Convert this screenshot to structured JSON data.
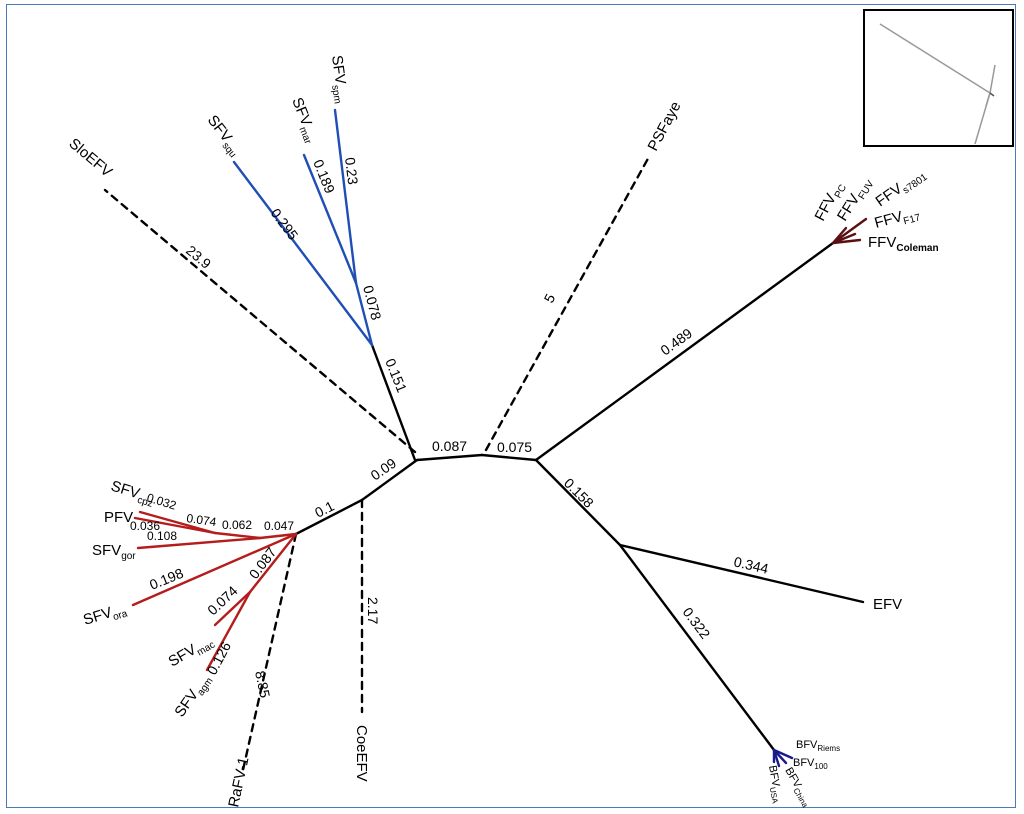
{
  "colors": {
    "backbone": "#000000",
    "blue_clade": "#1f4fb5",
    "red_clade": "#b51c1c",
    "feline_clade": "#5a0f12",
    "bovine_clade": "#1a1a8c",
    "inset_line": "#999999",
    "frame": "#4a7ab8"
  },
  "branch_lengths": {
    "sloefv": "23.9",
    "sfv_squ": "0.295",
    "sfv_mar": "0.189",
    "sfv_spm": "0.23",
    "nwm_node": "0.078",
    "nwm_stem": "0.151",
    "root_a": "0.087",
    "root_b": "0.075",
    "psfaye": "5",
    "ffv_stem": "0.489",
    "efv_bfv_stem": "0.158",
    "efv": "0.344",
    "bfv_stem": "0.322",
    "owm_stem_a": "0.09",
    "owm_stem_b": "0.1",
    "coeefv": "2.17",
    "rafv": "8.85",
    "ape_stem": "0.047",
    "sfv_cpz": "0.032",
    "pfv": "0.036",
    "chimp_human": "0.074",
    "ape_inner": "0.062",
    "sfv_gor": "0.108",
    "sfv_ora": "0.198",
    "macaque_stem": "0.087",
    "sfv_mac": "0.074",
    "sfv_agm": "0.126"
  },
  "taxa": {
    "sloefv": {
      "base": "SloEFV",
      "sub": ""
    },
    "sfv_squ": {
      "base": "SFV",
      "sub": "squ"
    },
    "sfv_mar": {
      "base": "SFV",
      "sub": "mar"
    },
    "sfv_spm": {
      "base": "SFV",
      "sub": "spm"
    },
    "psfaye": {
      "base": "PSFaye",
      "sub": ""
    },
    "ffv_pc": {
      "base": "FFV",
      "sub": "PC"
    },
    "ffv_fuv": {
      "base": "FFV",
      "sub": "FUV"
    },
    "ffv_s7801": {
      "base": "FFV",
      "sub": "s7801"
    },
    "ffv_f17": {
      "base": "FFV",
      "sub": "F17"
    },
    "ffv_coleman": {
      "base": "FFV",
      "sub": "Coleman"
    },
    "efv": {
      "base": "EFV",
      "sub": ""
    },
    "bfv_riems": {
      "base": "BFV",
      "sub": "Riems"
    },
    "bfv_100": {
      "base": "BFV",
      "sub": "100"
    },
    "bfv_china": {
      "base": "BFV",
      "sub": "China"
    },
    "bfv_usa": {
      "base": "BFV",
      "sub": "USA"
    },
    "sfv_cpz": {
      "base": "SFV",
      "sub": "cpz"
    },
    "pfv": {
      "base": "PFV",
      "sub": ""
    },
    "sfv_gor": {
      "base": "SFV",
      "sub": "gor"
    },
    "sfv_ora": {
      "base": "SFV",
      "sub": "ora"
    },
    "sfv_mac": {
      "base": "SFV",
      "sub": "mac"
    },
    "sfv_agm": {
      "base": "SFV",
      "sub": "agm"
    },
    "rafv": {
      "base": "RaFV-1",
      "sub": ""
    },
    "coeefv": {
      "base": "CoeEFV",
      "sub": ""
    }
  }
}
